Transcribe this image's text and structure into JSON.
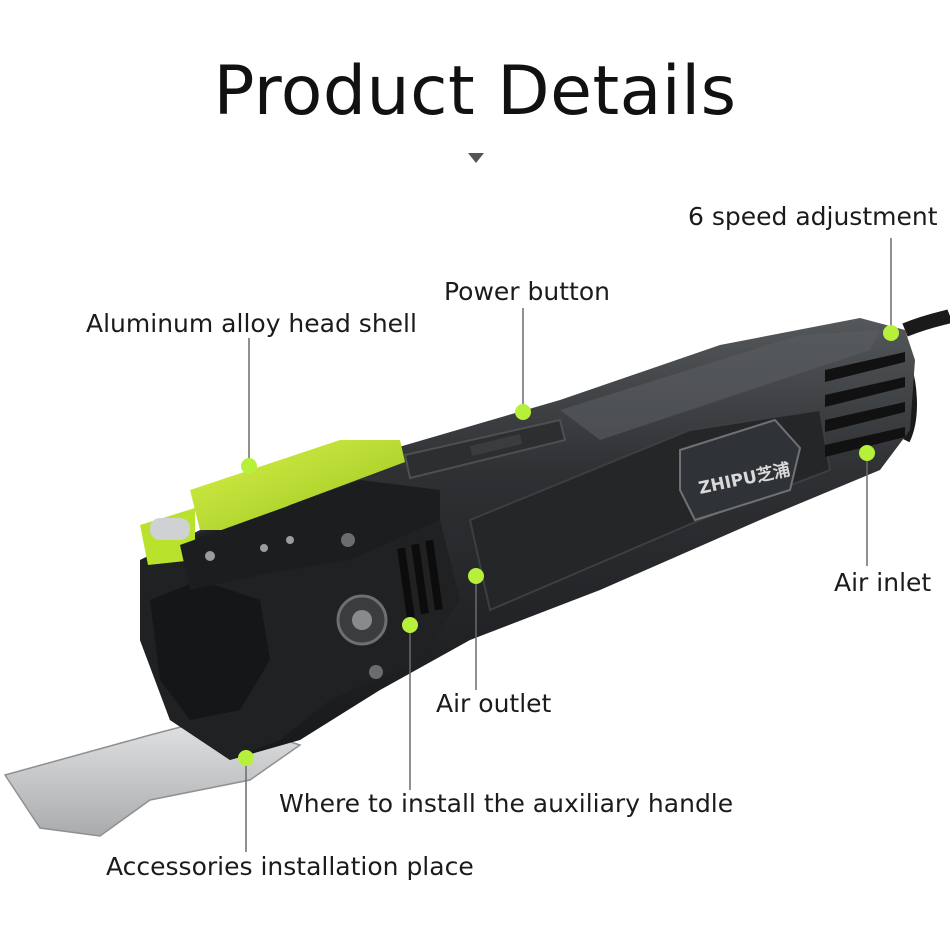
{
  "title": "Product Details",
  "brand": {
    "logo_text": "ZHIPU芝浦"
  },
  "callouts": {
    "speed": "6 speed adjustment",
    "power": "Power button",
    "head_shell": "Aluminum alloy head shell",
    "air_inlet": "Air inlet",
    "air_outlet": "Air outlet",
    "aux_handle": "Where to install the auxiliary handle",
    "accessories": "Accessories installation place"
  },
  "colors": {
    "accent": "#b9e22c",
    "body": "#2b2d2f",
    "dot": "#b7f03a",
    "blade": "#c8cacb"
  }
}
